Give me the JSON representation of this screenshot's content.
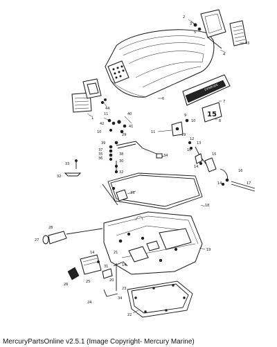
{
  "callouts": {
    "c1": "1",
    "c2": "2",
    "c3": "3",
    "c4": "4",
    "c5": "5",
    "c6": "6",
    "c7": "7",
    "c8": "8",
    "c9": "9",
    "c10": "10",
    "c11": "11",
    "c12": "12",
    "c13": "13",
    "c14": "14",
    "c15": "15",
    "c16": "16",
    "c17": "17",
    "c18": "18",
    "c19": "19",
    "c20": "20",
    "c21": "21",
    "c22": "22",
    "c23": "23",
    "c24": "24",
    "c25": "25",
    "c26": "26",
    "c27": "27",
    "c28": "28",
    "c29": "29",
    "c30": "30",
    "c31": "31",
    "c32": "32",
    "c33": "33",
    "c34": "34",
    "c35": "35",
    "c36": "36",
    "c37": "37",
    "c38": "38",
    "c39": "39",
    "c40": "40",
    "c41": "41",
    "c42": "42",
    "c43": "43",
    "c44": "44"
  },
  "decal_brand": "EVINRUDE",
  "decal_hp": "15",
  "footer": "MercuryPartsOnline v2.5.1 (Image Copyright- Mercury Marine)"
}
